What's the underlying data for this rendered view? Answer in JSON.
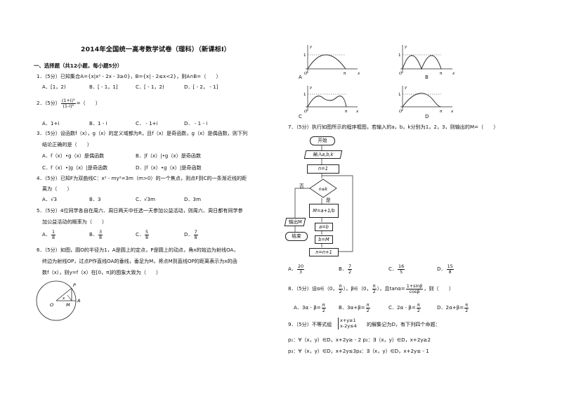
{
  "title": "2014年全国统一高考数学试卷（理科）（新课标I）",
  "section1": "一、选择题（共12小题，每小题5分）",
  "q1": {
    "text": "1．（5分）已知集合A={x|x² - 2x - 3≥0}，B={x| - 2≤x<2}，则A∩B=（　　）",
    "options": [
      "A．[1，2)",
      "B．[ - 1，1]",
      "C．[ - 1，2)",
      "D．[ - 2， - 1]"
    ]
  },
  "q2": {
    "lead": "2．（5分）",
    "num": "(1+i)³",
    "den": "(1-i)²",
    "tail": "=（　　）",
    "options": [
      "A．1+i",
      "B．1 - i",
      "C． - 1+i",
      "D． - 1 - i"
    ]
  },
  "q3": {
    "line1": "3．（5分）设函数f（x），g（x）的定义域都为R，且f（x）是奇函数，g（x）是偶函数，则下列",
    "line2": "结论正确的是（　　）",
    "options": [
      "A．f（x）•g（x）是偶函数",
      "B．|f（x）|•g（x）是奇函数",
      "C．f（x）•|g（x）|是奇函数",
      "D．|f（x）•g（x）|是奇函数"
    ]
  },
  "q4": {
    "line1": "4．（5分）已知F为双曲线C：x² - my²=3m（m>0）的一个焦点，则点F到C的一条渐近线的距",
    "line2": "离为（　　）",
    "options": [
      "A．√3",
      "B．3",
      "C．√3m",
      "D．3m"
    ]
  },
  "q5": {
    "line1": "5．（5分）4位同学各自在周六、周日两天中任选一天参加公益活动，则周六、周日都有同学参",
    "line2": "加公益活动的概率为（　　）",
    "options": [
      {
        "label": "A．",
        "num": "1",
        "den": "8"
      },
      {
        "label": "B．",
        "num": "3",
        "den": "8"
      },
      {
        "label": "C．",
        "num": "5",
        "den": "8"
      },
      {
        "label": "D．",
        "num": "7",
        "den": "8"
      }
    ]
  },
  "q6": {
    "line1": "6．（5分）如图，圆O的半径为1，A是圆上的定点，P是圆上的动点，角x的始边为射线OA，",
    "line2": "终边为射线OP，过点P作直线OA的垂线，垂足为M，将点M到直线OP的距离表示为x的函",
    "line3": "数f（x），则y=f（x）在[0，π]的图象大致为（　　）",
    "fig_labels": [
      "P",
      "O",
      "M",
      "A",
      "x"
    ]
  },
  "graphs": [
    {
      "letter": "A",
      "axis_y": "y",
      "axis_x": "x",
      "pi": "π",
      "origin": "O"
    },
    {
      "letter": "B",
      "axis_y": "y",
      "axis_x": "x",
      "pi": "π",
      "origin": "O"
    },
    {
      "letter": "C",
      "axis_y": "y",
      "axis_x": "x",
      "pi": "π",
      "origin": "O"
    },
    {
      "letter": "D",
      "axis_y": "y",
      "axis_x": "x",
      "pi": "π",
      "origin": "O"
    }
  ],
  "graph_ticks": [
    "1",
    "1",
    "1",
    "1"
  ],
  "graph_pis": [
    "π",
    "π",
    "π",
    "π"
  ],
  "graph_origins": [
    "O",
    "O",
    "O",
    "O"
  ],
  "q7": {
    "text": "7．（5分）执行如图所示的程序框图，若输入的a，b，k分别为1，2，3，则输出的M=（　　）",
    "flow": {
      "start": "开始",
      "input": "输入a,b,k",
      "init": "n=1",
      "cond": "n≤k",
      "no": "否",
      "yes": "是",
      "assign_m": "M=a+1/b",
      "assign_a": "a=b",
      "assign_b": "b=M",
      "incr": "n=n+1",
      "output": "输出M",
      "end": "结束"
    },
    "options": [
      {
        "label": "A．",
        "num": "20",
        "den": "3"
      },
      {
        "label": "B．",
        "num": "7",
        "den": "2"
      },
      {
        "label": "C．",
        "num": "16",
        "den": "5"
      },
      {
        "label": "D．",
        "num": "15",
        "den": "8"
      }
    ]
  },
  "q8": {
    "text_a": "8．（5分）设α∈（0，",
    "text_b": "），β∈（0，",
    "text_c": "），且tanα=",
    "text_d": "，则（　　）",
    "pi": "π",
    "two": "2",
    "tan_num": "1+sinβ",
    "tan_den": "cosβ",
    "options": [
      {
        "label": "A．3α - β="
      },
      {
        "label": "B．3α+β="
      },
      {
        "label": "C．2α - β="
      },
      {
        "label": "D．2α+β="
      }
    ]
  },
  "q9": {
    "lead": "9．（5分）不等式组",
    "sys1": "x+y≥1",
    "sys2": "x-2y≤4",
    "tail": "的解集记为D，有下列四个命题：",
    "p_line1": "p₁：∀（x，y）∈D，x+2y≥ - 2 p₂：∃（x，y）∈D，x+2y≥2",
    "p_line2": "p₃：∀（x，y）∈D，x+2y≤3p₄：∃（x，y）∈D，x+2y≤ - 1"
  }
}
